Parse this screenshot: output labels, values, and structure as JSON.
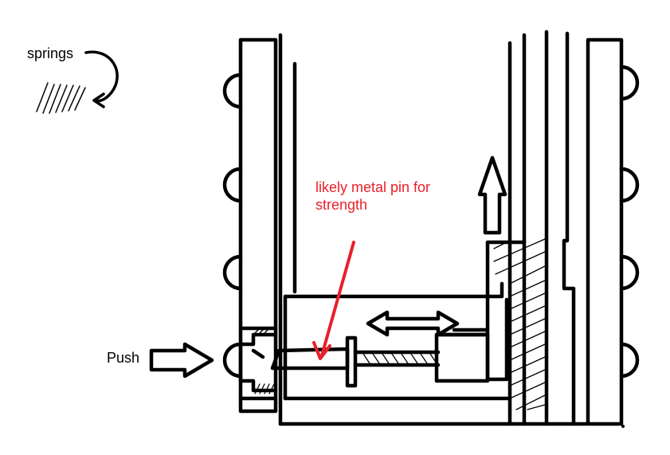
{
  "labels": {
    "springs": "springs",
    "push": "Push",
    "note_line1": "likely metal pin for",
    "note_line2": "strength"
  },
  "colors": {
    "ink": "#000000",
    "annotation": "#e8202a",
    "background": "#ffffff"
  }
}
